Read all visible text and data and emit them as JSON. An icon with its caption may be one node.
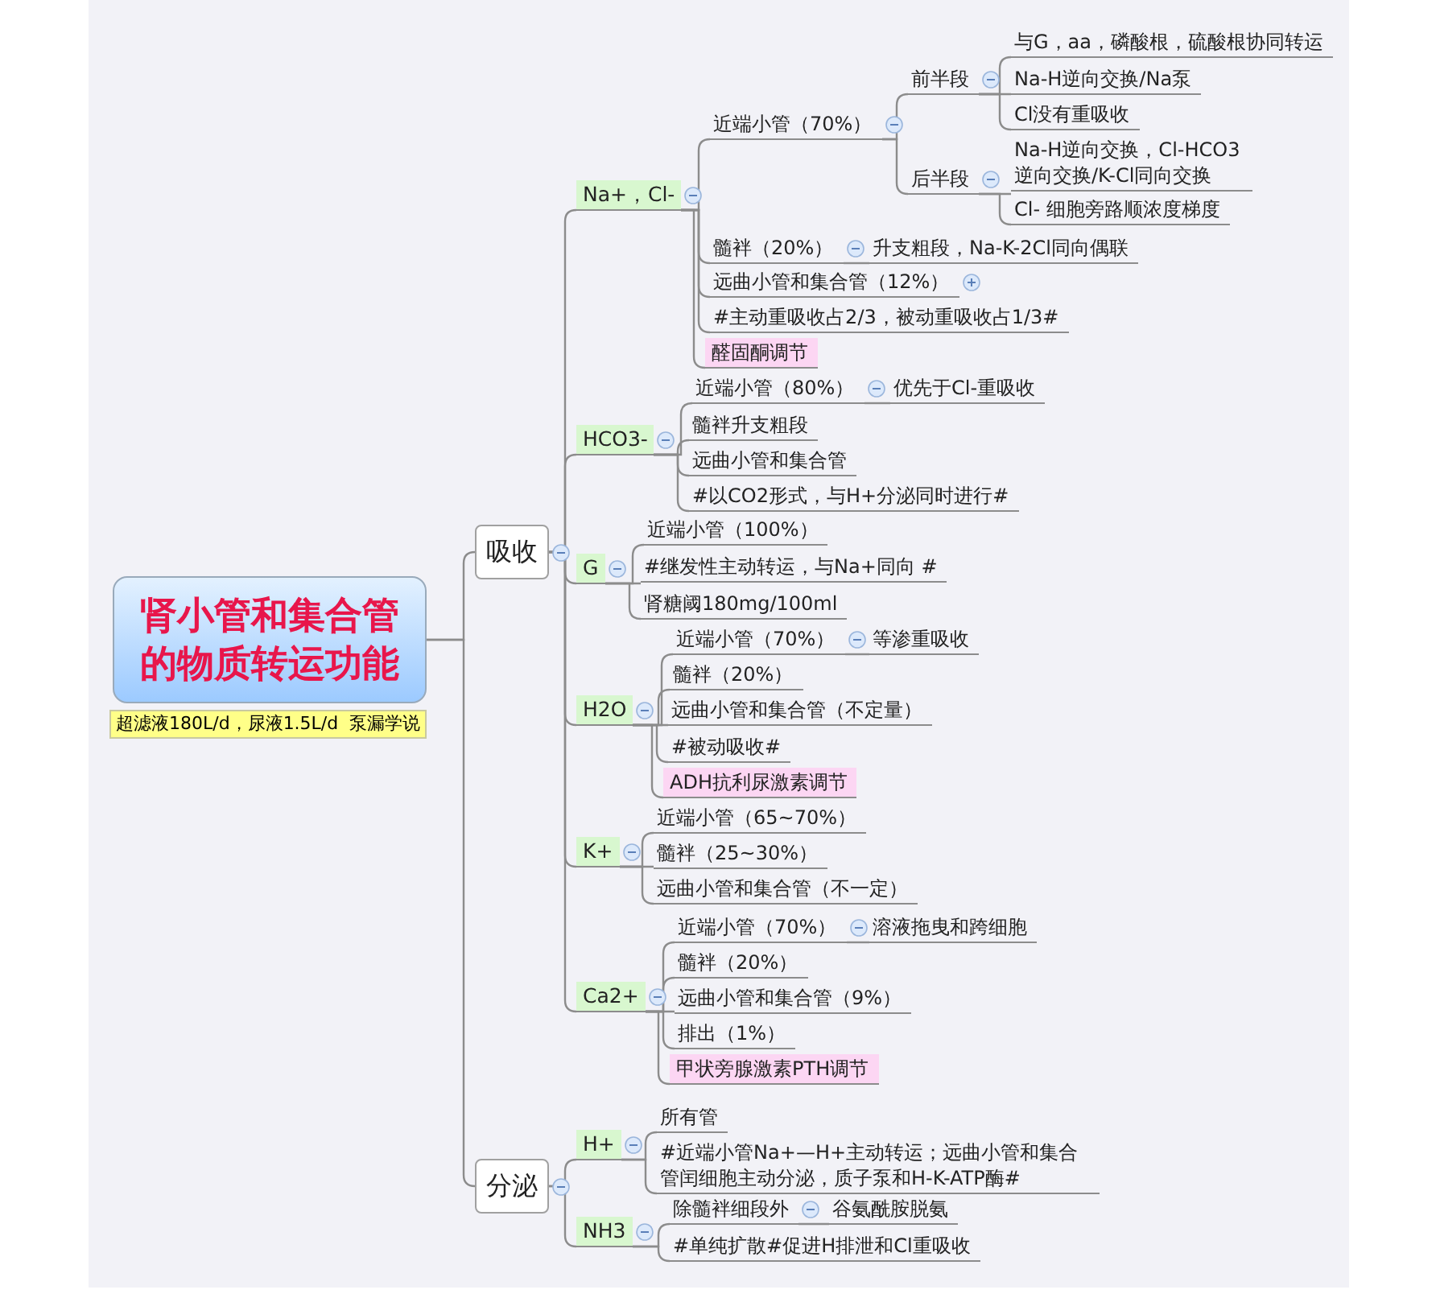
{
  "diagram": {
    "nodes": [
      {
        "text": [
          "肾小管和集合管的物质转运功能"
        ],
        "beside": [
          "超滤液180L/d，尿液1.5L/d",
          "泵漏学说"
        ]
      },
      {
        "text": [
          "吸收"
        ]
      },
      {
        "text": [
          "分泌"
        ]
      },
      {
        "text": [
          "Na+，Cl-"
        ]
      },
      {
        "text": [
          "近端小管（70%）"
        ]
      },
      {
        "text": [
          "前半段"
        ]
      },
      {
        "text": [
          "与G，aa，磷酸根，硫酸根协同转运"
        ]
      },
      {
        "text": [
          "Na-H逆向交换/Na泵"
        ]
      },
      {
        "text": [
          "Cl没有重吸收"
        ]
      },
      {
        "text": [
          "后半段"
        ]
      },
      {
        "text": [
          "Na-H逆向交换，Cl-HCO3 逆向交换/K-Cl同向交换"
        ]
      },
      {
        "text": [
          "Cl-  细胞旁路顺浓度梯度"
        ]
      },
      {
        "text": [
          "髓袢（20%）"
        ]
      },
      {
        "text": [
          "升支粗段，Na-K-2Cl同向偶联"
        ]
      },
      {
        "text": [
          "远曲小管和集合管（12%）"
        ]
      },
      {
        "text": [
          "#主动重吸收占2/3，被动重吸收占1/3#"
        ]
      },
      {
        "text": [
          "醛固酮调节"
        ]
      },
      {
        "text": [
          "HCO3-"
        ]
      },
      {
        "text": [
          "近端小管（80%）"
        ]
      },
      {
        "text": [
          "优先于Cl-重吸收"
        ]
      },
      {
        "text": [
          "髓袢升支粗段"
        ]
      },
      {
        "text": [
          "远曲小管和集合管"
        ]
      },
      {
        "text": [
          "#以CO2形式，与H+分泌同时进行#"
        ]
      },
      {
        "text": [
          "G"
        ]
      },
      {
        "text": [
          "近端小管（100%）"
        ]
      },
      {
        "text": [
          "#继发性主动转运，与Na+同向 #"
        ]
      },
      {
        "text": [
          "肾糖阈180mg/100ml"
        ]
      },
      {
        "text": [
          "H2O"
        ]
      },
      {
        "text": [
          "近端小管（70%）"
        ]
      },
      {
        "text": [
          "等渗重吸收"
        ]
      },
      {
        "text": [
          "髓袢（20%）"
        ]
      },
      {
        "text": [
          "远曲小管和集合管（不定量）"
        ]
      },
      {
        "text": [
          "#被动吸收#"
        ]
      },
      {
        "text": [
          "ADH抗利尿激素调节"
        ]
      },
      {
        "text": [
          "K+"
        ]
      },
      {
        "text": [
          "近端小管（65~70%）"
        ]
      },
      {
        "text": [
          "髓袢（25~30%）"
        ]
      },
      {
        "text": [
          "远曲小管和集合管（不一定）"
        ]
      },
      {
        "text": [
          "Ca2+"
        ]
      },
      {
        "text": [
          "近端小管（70%）"
        ]
      },
      {
        "text": [
          "溶液拖曳和跨细胞"
        ]
      },
      {
        "text": [
          "髓袢（20%）"
        ]
      },
      {
        "text": [
          "远曲小管和集合管（9%）"
        ]
      },
      {
        "text": [
          "排出（1%）"
        ]
      },
      {
        "text": [
          "甲状旁腺激素PTH调节"
        ]
      },
      {
        "text": [
          "H+"
        ]
      },
      {
        "text": [
          "所有管"
        ]
      },
      {
        "text": [
          "#近端小管Na+—H+主动转运；远曲小管和集合管闰细胞主动分泌，质子泵和H-K-ATP酶#"
        ]
      },
      {
        "text": [
          "NH3"
        ]
      },
      {
        "text": [
          "除髓袢细段外"
        ]
      },
      {
        "text": [
          "谷氨酰胺脱氨"
        ]
      },
      {
        "text": [
          "#单纯扩散#促进H排泄和Cl重吸收"
        ]
      }
    ],
    "edges": [
      {
        "from": 0,
        "to": 1,
        "arrow": "none"
      },
      {
        "from": 0,
        "to": 2,
        "arrow": "none"
      },
      {
        "from": 1,
        "to": 3,
        "arrow": "none"
      },
      {
        "from": 3,
        "to": 4,
        "arrow": "none"
      },
      {
        "from": 4,
        "to": 5,
        "arrow": "none"
      },
      {
        "from": 5,
        "to": 6,
        "arrow": "none"
      },
      {
        "from": 5,
        "to": 7,
        "arrow": "none"
      },
      {
        "from": 5,
        "to": 8,
        "arrow": "none"
      },
      {
        "from": 4,
        "to": 9,
        "arrow": "none"
      },
      {
        "from": 9,
        "to": 10,
        "arrow": "none"
      },
      {
        "from": 9,
        "to": 11,
        "arrow": "none"
      },
      {
        "from": 3,
        "to": 12,
        "arrow": "none"
      },
      {
        "from": 12,
        "to": 13,
        "arrow": "none"
      },
      {
        "from": 3,
        "to": 14,
        "arrow": "none"
      },
      {
        "from": 3,
        "to": 15,
        "arrow": "none"
      },
      {
        "from": 3,
        "to": 16,
        "arrow": "none"
      },
      {
        "from": 1,
        "to": 17,
        "arrow": "none"
      },
      {
        "from": 17,
        "to": 18,
        "arrow": "none"
      },
      {
        "from": 18,
        "to": 19,
        "arrow": "none"
      },
      {
        "from": 17,
        "to": 20,
        "arrow": "none"
      },
      {
        "from": 17,
        "to": 21,
        "arrow": "none"
      },
      {
        "from": 17,
        "to": 22,
        "arrow": "none"
      },
      {
        "from": 1,
        "to": 23,
        "arrow": "none"
      },
      {
        "from": 23,
        "to": 24,
        "arrow": "none"
      },
      {
        "from": 23,
        "to": 25,
        "arrow": "none"
      },
      {
        "from": 23,
        "to": 26,
        "arrow": "none"
      },
      {
        "from": 1,
        "to": 27,
        "arrow": "none"
      },
      {
        "from": 27,
        "to": 28,
        "arrow": "none"
      },
      {
        "from": 28,
        "to": 29,
        "arrow": "none"
      },
      {
        "from": 27,
        "to": 30,
        "arrow": "none"
      },
      {
        "from": 27,
        "to": 31,
        "arrow": "none"
      },
      {
        "from": 27,
        "to": 32,
        "arrow": "none"
      },
      {
        "from": 27,
        "to": 33,
        "arrow": "none"
      },
      {
        "from": 1,
        "to": 34,
        "arrow": "none"
      },
      {
        "from": 34,
        "to": 35,
        "arrow": "none"
      },
      {
        "from": 34,
        "to": 36,
        "arrow": "none"
      },
      {
        "from": 34,
        "to": 37,
        "arrow": "none"
      },
      {
        "from": 1,
        "to": 38,
        "arrow": "none"
      },
      {
        "from": 38,
        "to": 39,
        "arrow": "none"
      },
      {
        "from": 39,
        "to": 40,
        "arrow": "none"
      },
      {
        "from": 38,
        "to": 41,
        "arrow": "none"
      },
      {
        "from": 38,
        "to": 42,
        "arrow": "none"
      },
      {
        "from": 38,
        "to": 43,
        "arrow": "none"
      },
      {
        "from": 38,
        "to": 44,
        "arrow": "none"
      },
      {
        "from": 2,
        "to": 45,
        "arrow": "none"
      },
      {
        "from": 45,
        "to": 46,
        "arrow": "none"
      },
      {
        "from": 45,
        "to": 47,
        "arrow": "none"
      },
      {
        "from": 2,
        "to": 48,
        "arrow": "none"
      },
      {
        "from": 48,
        "to": 49,
        "arrow": "none"
      },
      {
        "from": 49,
        "to": 50,
        "arrow": "none"
      },
      {
        "from": 48,
        "to": 51,
        "arrow": "none"
      }
    ]
  }
}
